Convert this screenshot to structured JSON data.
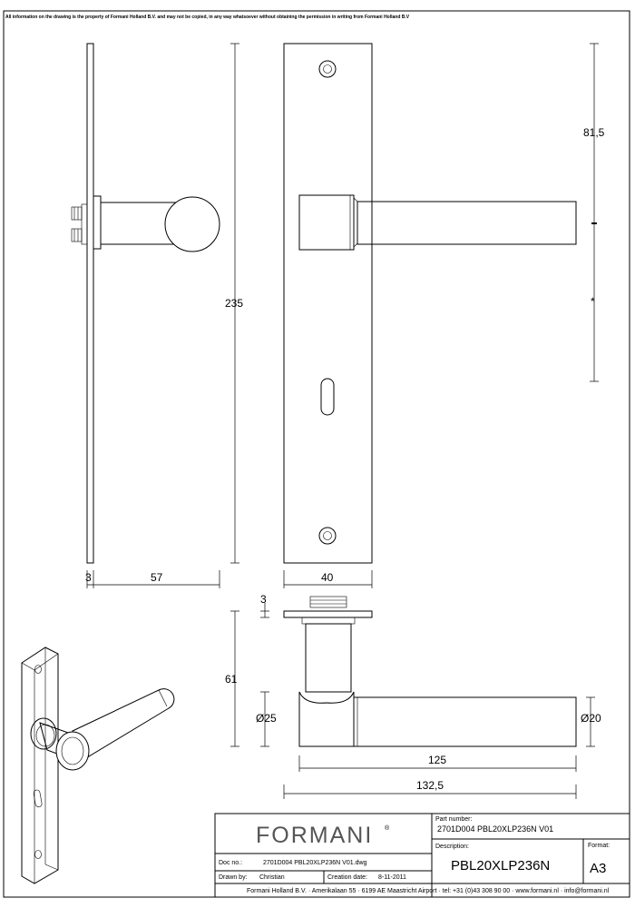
{
  "notice": "All information on the drawing is the property of Formani Holland B.V. and may not be copied, in any way whatsoever without obtaining the permission in writing from Formani Holland B.V",
  "dimensions": {
    "side_height": "235",
    "plate_thickness": "3",
    "projection": "57",
    "plate_width": "40",
    "top_rose_thickness": "3",
    "height_61": "61",
    "dia_25": "Ø25",
    "dia_20": "Ø20",
    "lever_125": "125",
    "lever_132": "132,5",
    "offset_81": "81,5",
    "star": "*"
  },
  "title_block": {
    "logo": "FORMANI",
    "logo_mark": "®",
    "doc_no_label": "Doc no.:",
    "doc_no_value": "2701D004 PBL20XLP236N V01.dwg",
    "drawn_by_label": "Drawn by:",
    "drawn_by_value": "Christian",
    "creation_date_label": "Creation date:",
    "creation_date_value": "8-11-2011",
    "part_number_label": "Part number:",
    "part_number_value": "2701D004 PBL20XLP236N V01",
    "description_label": "Description:",
    "description_value": "PBL20XLP236N",
    "format_label": "Format:",
    "format_value": "A3",
    "footer": "Formani Holland B.V. · Amerikalaan 55 · 6199 AE Maastricht Airport · tel: +31 (0)43 308 90 00 · www.formani.nl · info@formani.nl"
  }
}
